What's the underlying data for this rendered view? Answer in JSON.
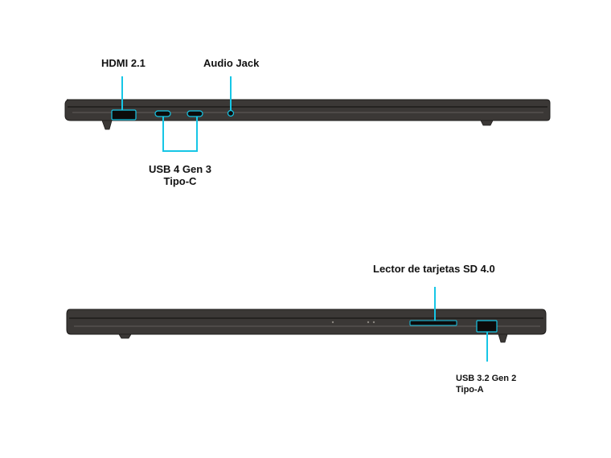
{
  "colors": {
    "callout": "#16c6e6",
    "laptop_body": "#3b3836",
    "laptop_edge": "#1e1c1b",
    "laptop_highlight": "#6e6a66",
    "port_fill": "#0c0b0b"
  },
  "left_side": {
    "labels": {
      "hdmi": "HDMI 2.1",
      "audio": "Audio Jack",
      "usb4_line1": "USB 4 Gen 3",
      "usb4_line2": "Tipo-C"
    },
    "ports": [
      "HDMI",
      "USB-C",
      "USB-C",
      "Audio Jack"
    ]
  },
  "right_side": {
    "labels": {
      "sd": "Lector de tarjetas SD 4.0",
      "usba_line1": "USB 3.2 Gen 2",
      "usba_line2": "Tipo-A"
    },
    "ports": [
      "SD card reader",
      "USB-A"
    ]
  }
}
